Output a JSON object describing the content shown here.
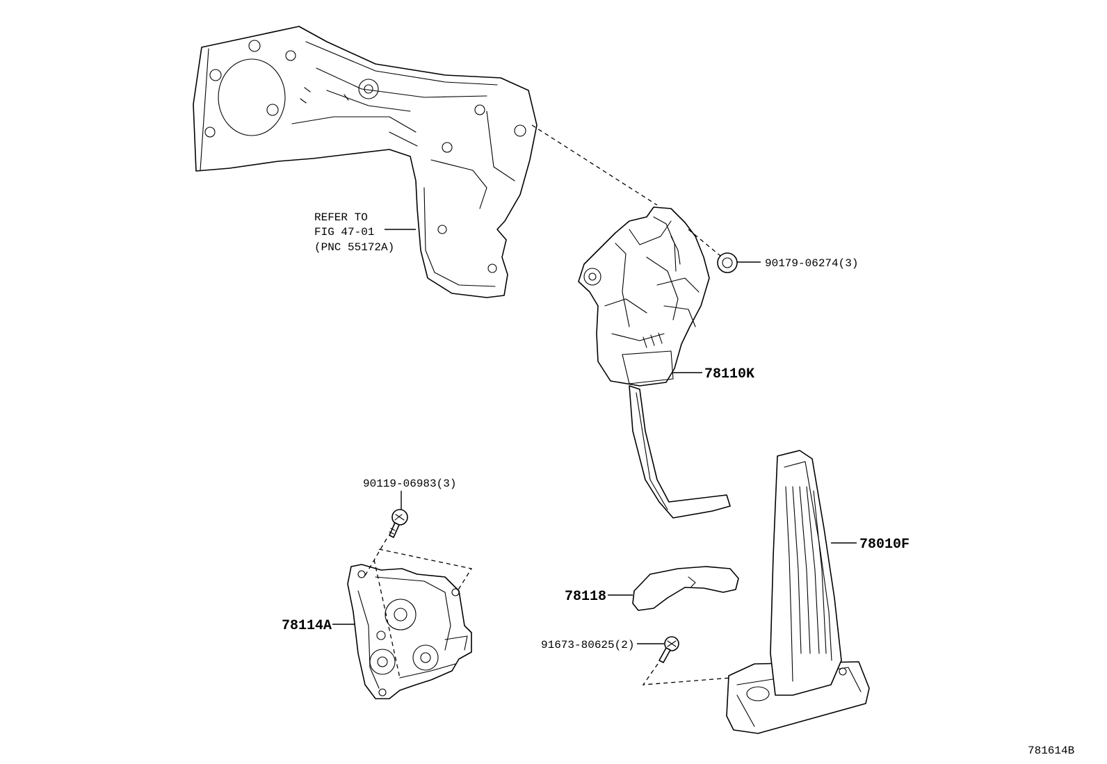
{
  "labels": {
    "refer_line1": "REFER TO",
    "refer_line2": "FIG 47-01",
    "refer_line3": "(PNC 55172A)",
    "bolt_top": "90179-06274(3)",
    "sensor": "78110K",
    "bolt_left": "90119-06983(3)",
    "pedal": "78010F",
    "pad": "78118",
    "bracket": "78114A",
    "bolt_bottom": "91673-80625(2)",
    "figure_id": "781614B"
  }
}
